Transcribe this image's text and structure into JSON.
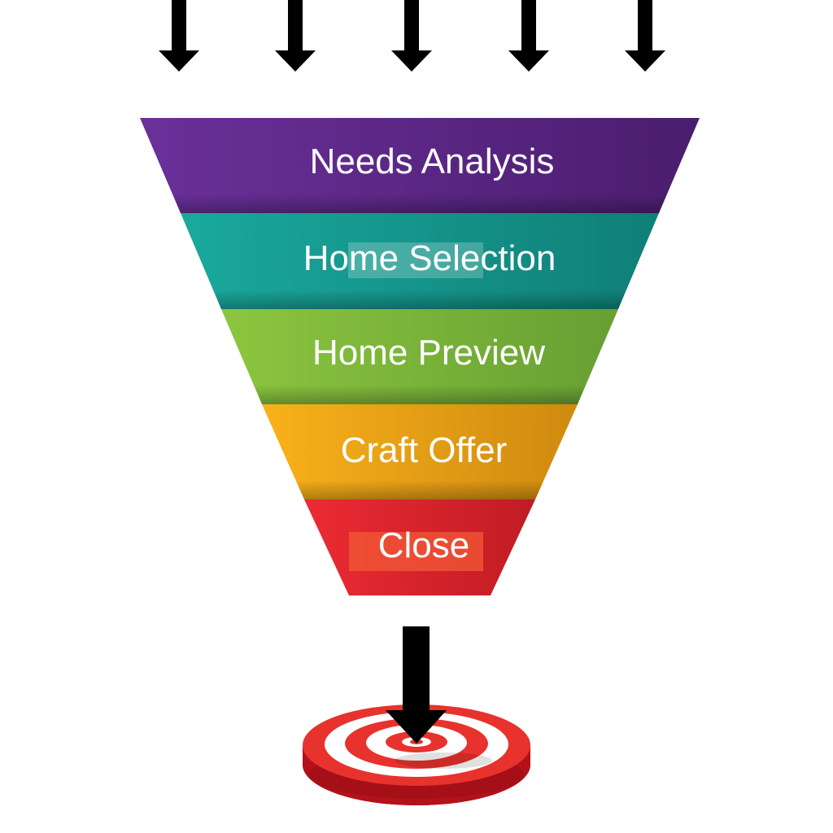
{
  "funnel": {
    "stages": [
      {
        "label": "Needs Analysis",
        "color": "#5e2a8a"
      },
      {
        "label": "Home Selection",
        "color": "#15998f"
      },
      {
        "label": "Home Preview",
        "color": "#7bb63a"
      },
      {
        "label": "Craft Offer",
        "color": "#f2a618"
      },
      {
        "label": "Close",
        "color": "#d8242b"
      }
    ]
  },
  "icons": {
    "input_arrows": "arrow-down-icon",
    "output_arrow": "arrow-down-icon",
    "target": "target-icon"
  }
}
